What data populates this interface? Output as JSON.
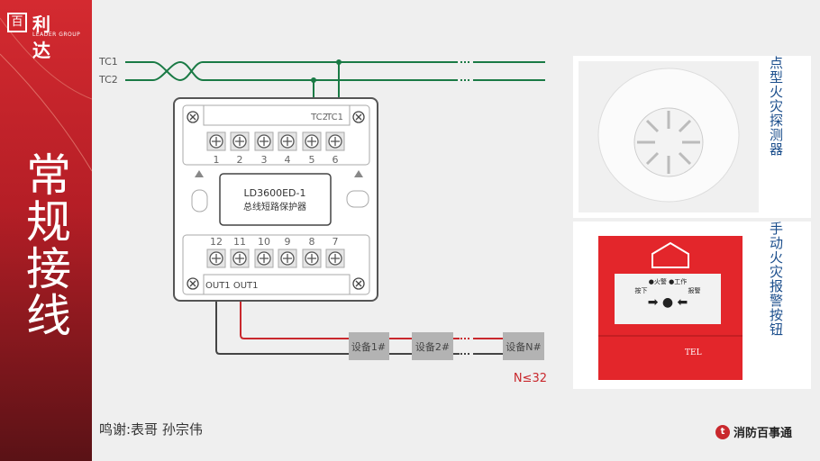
{
  "logo": {
    "mark": "百",
    "name": "利达",
    "sub": "LEADER GROUP"
  },
  "title": "常规接线",
  "diagram": {
    "bus_labels": [
      "TC1",
      "TC2"
    ],
    "top_terminal_labels": [
      "TC2",
      "TC1"
    ],
    "top_numbers": [
      "1",
      "2",
      "3",
      "4",
      "5",
      "6"
    ],
    "bottom_numbers": [
      "12",
      "11",
      "10",
      "9",
      "8",
      "7"
    ],
    "model": "LD3600ED-1",
    "device_name": "总线短路保护器",
    "out_labels": "OUT1 OUT1",
    "devices": [
      "设备1#",
      "设备2#",
      "设备N#"
    ],
    "limit": "N≤32",
    "colors": {
      "bus": "#1a7a45",
      "loop_red": "#c9282d",
      "loop_black": "#444444"
    }
  },
  "products": [
    {
      "label": "点型火灾探测器"
    },
    {
      "label": "手动火灾报警按钮",
      "tel": "TEL",
      "panel_top": "●火警 ●工作",
      "panel_left": "按下",
      "panel_right": "报警"
    }
  ],
  "credit": "鸣谢:表哥  孙宗伟",
  "brand": {
    "icon": "fire-hydrant-icon",
    "name": "消防百事通"
  }
}
